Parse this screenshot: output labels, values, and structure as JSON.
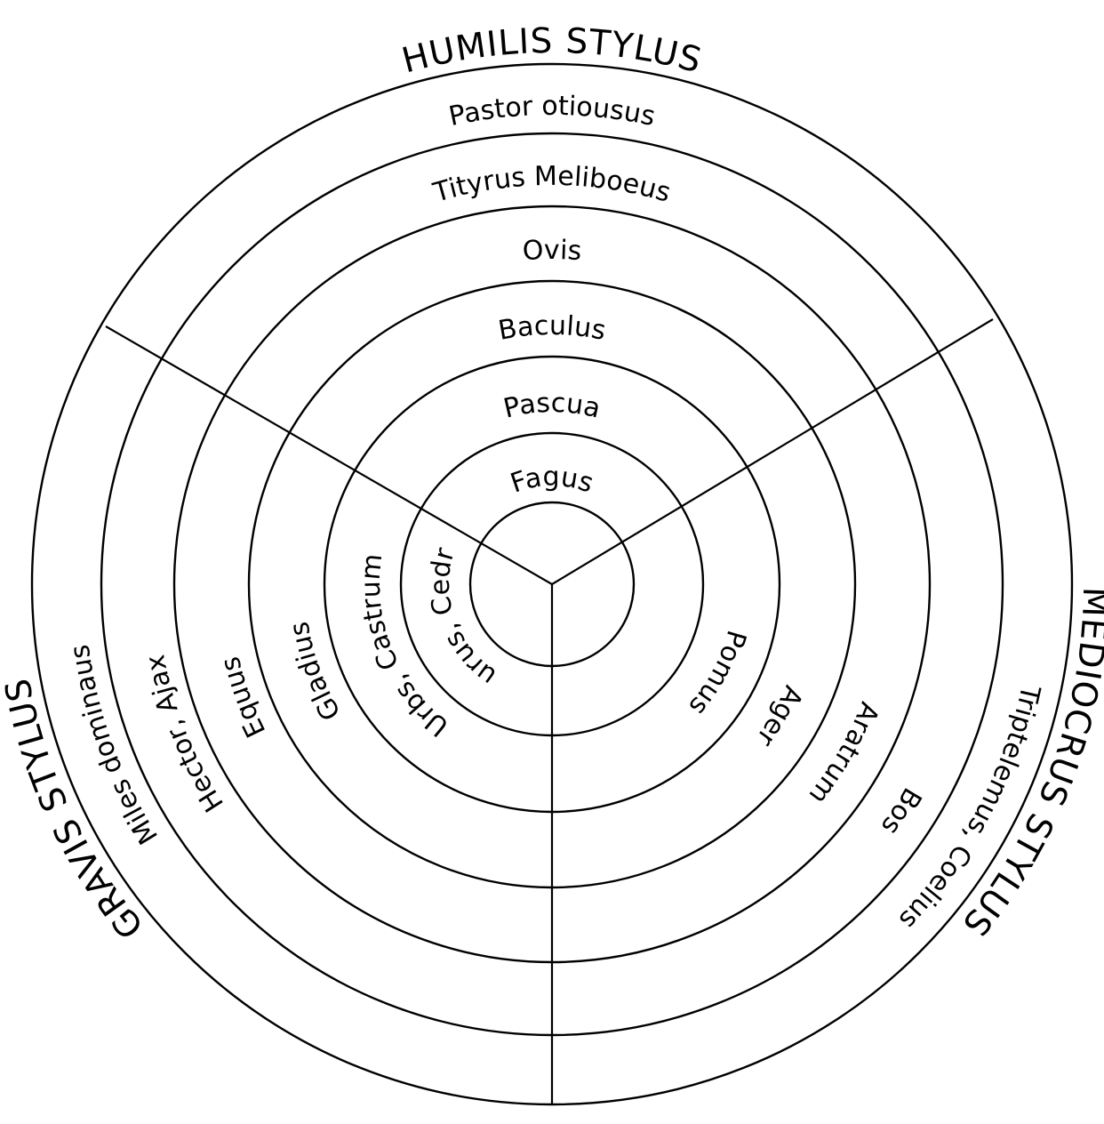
{
  "styles": [
    {
      "name": "HUMILIS STYLUS",
      "items": [
        "Pastor otiousus",
        "Tityrus Meliboeus",
        "Ovis",
        "Baculus",
        "Pascua",
        "Fagus"
      ]
    },
    {
      "name": "MEDIOCRUS STYLUS",
      "items": [
        "Triptelemus, Coelius",
        "Bos",
        "Aratrum",
        "Ager",
        "Pomus"
      ]
    },
    {
      "name": "GRAVIS STYLUS",
      "items": [
        "Miles dominaus",
        "Hector, Ajax",
        "Equus",
        "Gladius",
        "Urbs, Castrum",
        "Laurus, Cedrus"
      ]
    }
  ]
}
